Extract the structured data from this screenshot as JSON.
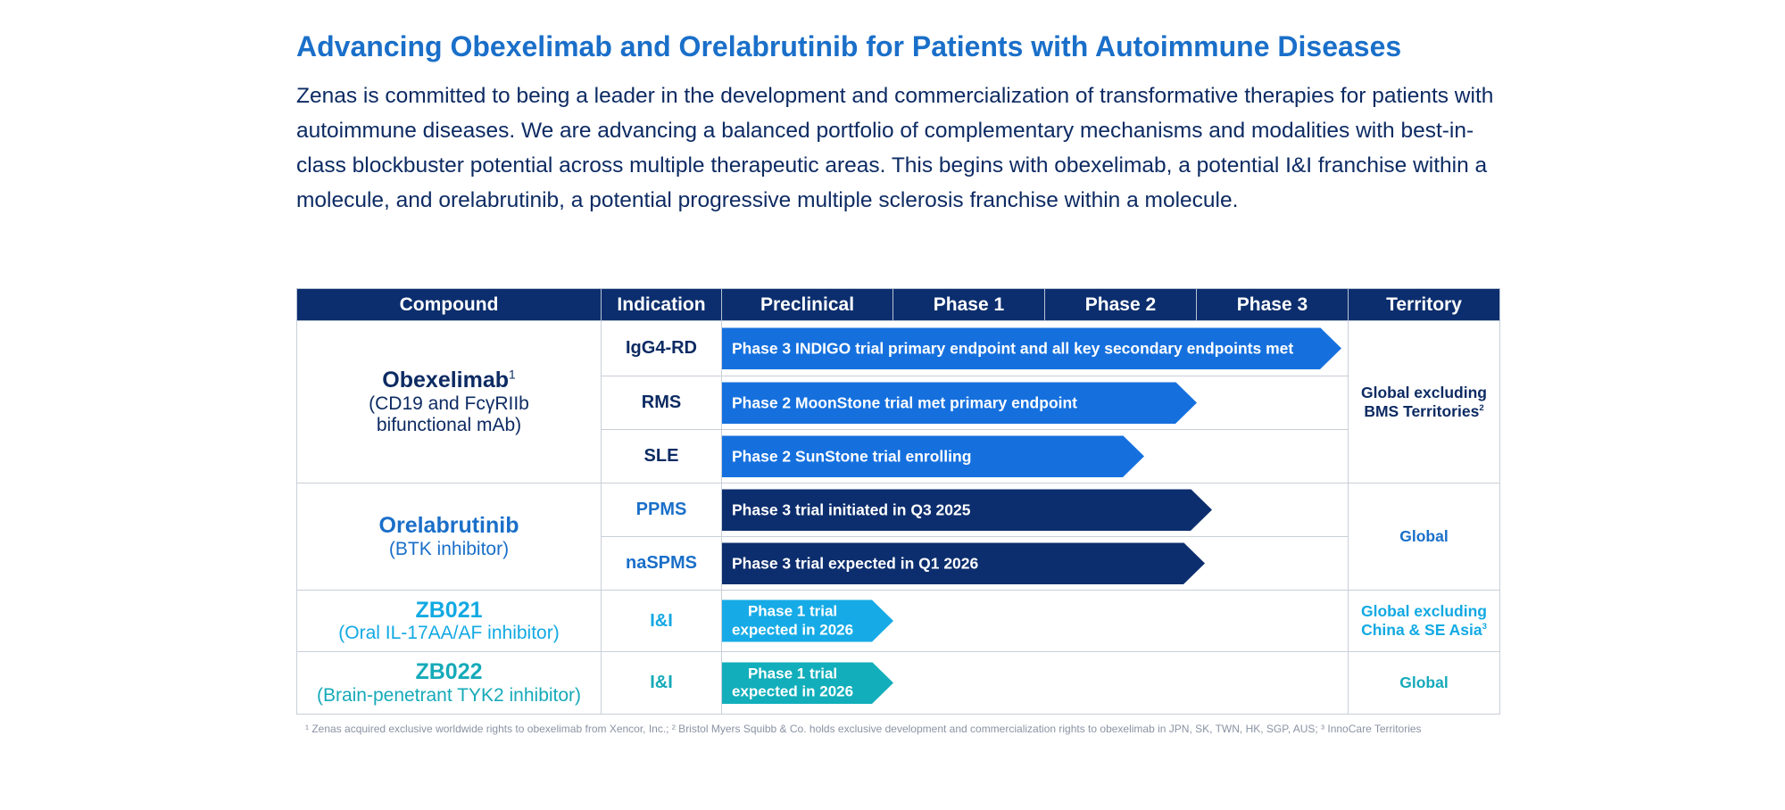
{
  "title": "Advancing Obexelimab and Orelabrutinib for Patients with Autoimmune Diseases",
  "intro": "Zenas is committed to being a leader in the development and commercialization of transformative therapies for patients with autoimmune diseases. We are advancing a balanced portfolio of complementary mechanisms and modalities with best-in-class blockbuster potential across multiple therapeutic areas. This begins with obexelimab, a potential I&I franchise within a molecule, and orelabrutinib, a potential progressive multiple sclerosis franchise within a molecule.",
  "table": {
    "headers": {
      "compound": "Compound",
      "indication": "Indication",
      "preclinical": "Preclinical",
      "phase1": "Phase 1",
      "phase2": "Phase 2",
      "phase3": "Phase 3",
      "territory": "Territory"
    },
    "compounds": [
      {
        "name": "Obexelimab",
        "name_sup": "1",
        "subtitle_line1": "(CD19 and FcγRIIb",
        "subtitle_line2": "bifunctional mAb)",
        "territory_line1": "Global excluding",
        "territory_line2": "BMS Territories",
        "territory_sup": "2",
        "rows": [
          {
            "indication": "IgG4-RD",
            "status": "Phase 3 INDIGO trial primary endpoint and all key secondary endpoints met",
            "progress_phase": 3.95
          },
          {
            "indication": "RMS",
            "status": "Phase 2 MoonStone trial met primary endpoint",
            "progress_phase": 3.0
          },
          {
            "indication": "SLE",
            "status": "Phase 2 SunStone trial enrolling",
            "progress_phase": 2.65
          }
        ]
      },
      {
        "name": "Orelabrutinib",
        "subtitle_line1": "(BTK inhibitor)",
        "territory_line1": "Global",
        "rows": [
          {
            "indication": "PPMS",
            "status": "Phase 3 trial initiated in Q3 2025",
            "progress_phase": 3.1
          },
          {
            "indication": "naSPMS",
            "status": "Phase 3 trial expected in Q1 2026",
            "progress_phase": 3.05
          }
        ]
      },
      {
        "name": "ZB021",
        "subtitle_line1": "(Oral IL-17AA/AF inhibitor)",
        "territory_line1": "Global excluding",
        "territory_line2": "China & SE Asia",
        "territory_sup": "3",
        "rows": [
          {
            "indication": "I&I",
            "status_line1": "Phase 1 trial",
            "status_line2": "expected in 2026",
            "progress_phase": 1.0
          }
        ]
      },
      {
        "name": "ZB022",
        "subtitle_line1": "(Brain-penetrant TYK2 inhibitor)",
        "territory_line1": "Global",
        "rows": [
          {
            "indication": "I&I",
            "status_line1": "Phase 1 trial",
            "status_line2": "expected in 2026",
            "progress_phase": 1.0
          }
        ]
      }
    ]
  },
  "footnote": "¹ Zenas acquired exclusive worldwide rights to obexelimab from Xencor, Inc.; ² Bristol Myers Squibb & Co. holds exclusive development and commercialization rights to obexelimab in JPN, SK, TWN, HK, SGP, AUS; ³ InnoCare Territories",
  "colors": {
    "title": "#1a6fc9",
    "header_bg": "#0c2e6e",
    "obexelimab_bar": "#1570de",
    "orelabrutinib_bar": "#0c2e6e",
    "zb021_bar": "#16abe6",
    "zb022_bar": "#12aebb"
  }
}
